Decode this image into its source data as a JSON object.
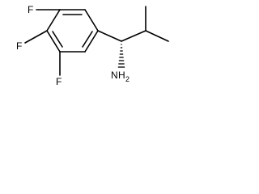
{
  "molecule": {
    "atoms": {
      "f_top": "F",
      "f_middle": "F",
      "f_bottom": "F",
      "amine_n": "N",
      "amine_h": "H",
      "amine_h_count": "2"
    }
  }
}
